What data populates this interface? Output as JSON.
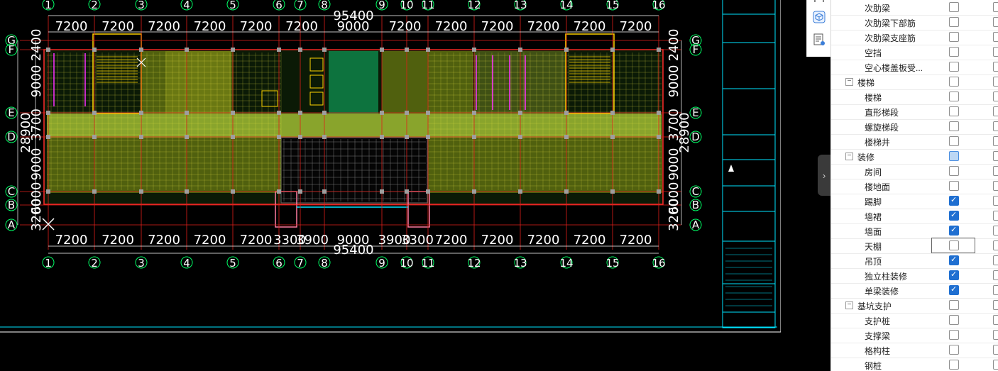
{
  "drawing": {
    "total_dim": "95400",
    "top_dims": [
      "7200",
      "7200",
      "7200",
      "7200",
      "7200",
      "7200",
      "9000",
      "7200",
      "7200",
      "7200",
      "7200",
      "7200",
      "7200"
    ],
    "bottom_dims": [
      "7200",
      "7200",
      "7200",
      "7200",
      "7200",
      "3300",
      "3900",
      "9000",
      "3900",
      "3300",
      "7200",
      "7200",
      "7200",
      "7200",
      "7200"
    ],
    "col_axes": [
      "1",
      "2",
      "3",
      "4",
      "5",
      "6",
      "7",
      "8",
      "9",
      "10",
      "11",
      "12",
      "13",
      "14",
      "15",
      "16"
    ],
    "row_axes": [
      "G",
      "F",
      "E",
      "D",
      "C",
      "B",
      "A"
    ],
    "left_dims": [
      "2400",
      "9000",
      "3700",
      "9000",
      "6000",
      "3200"
    ],
    "left_total": "28900",
    "right_dims": [
      "2400",
      "9000",
      "3700",
      "9000",
      "6000",
      "3200"
    ],
    "right_total": "28900"
  },
  "toolbar": {
    "icons": [
      "select-icon",
      "3d-box-icon",
      "layer-list-icon"
    ]
  },
  "panel": {
    "rows": [
      {
        "label": "次肋梁",
        "type": "item",
        "checked": false
      },
      {
        "label": "次肋梁下部筋",
        "type": "item",
        "checked": false
      },
      {
        "label": "次肋梁支座筋",
        "type": "item",
        "checked": false
      },
      {
        "label": "空挡",
        "type": "item",
        "checked": false
      },
      {
        "label": "空心楼盖板受...",
        "type": "item",
        "checked": false
      },
      {
        "label": "楼梯",
        "type": "group",
        "expander": "−",
        "checked": false
      },
      {
        "label": "楼梯",
        "type": "item",
        "checked": false
      },
      {
        "label": "直形梯段",
        "type": "item",
        "checked": false
      },
      {
        "label": "螺旋梯段",
        "type": "item",
        "checked": false
      },
      {
        "label": "楼梯井",
        "type": "item",
        "checked": false
      },
      {
        "label": "装修",
        "type": "group",
        "expander": "−",
        "checked": "partial"
      },
      {
        "label": "房间",
        "type": "item",
        "checked": false
      },
      {
        "label": "楼地面",
        "type": "item",
        "checked": false
      },
      {
        "label": "踢脚",
        "type": "item",
        "checked": true
      },
      {
        "label": "墙裙",
        "type": "item",
        "checked": true
      },
      {
        "label": "墙面",
        "type": "item",
        "checked": true
      },
      {
        "label": "天棚",
        "type": "item",
        "checked": false,
        "focused": true
      },
      {
        "label": "吊顶",
        "type": "item",
        "checked": true
      },
      {
        "label": "独立柱装修",
        "type": "item",
        "checked": true
      },
      {
        "label": "单梁装修",
        "type": "item",
        "checked": true
      },
      {
        "label": "基坑支护",
        "type": "group",
        "expander": "−",
        "checked": false
      },
      {
        "label": "支护桩",
        "type": "item",
        "checked": false
      },
      {
        "label": "支撑梁",
        "type": "item",
        "checked": false
      },
      {
        "label": "格构柱",
        "type": "item",
        "checked": false
      },
      {
        "label": "钢桩",
        "type": "item",
        "checked": false
      }
    ]
  }
}
